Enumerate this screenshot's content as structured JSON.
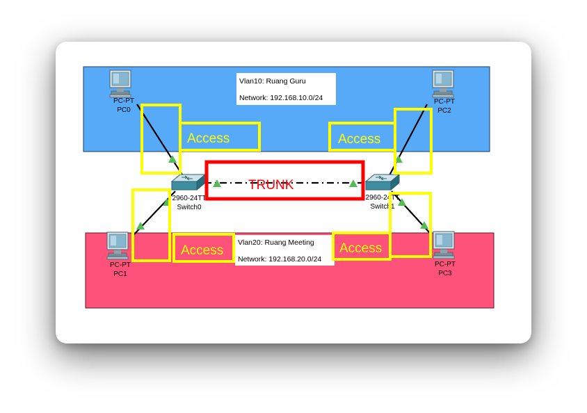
{
  "colors": {
    "vlan10_area": "#56aaf7",
    "vlan20_area": "#fe527a",
    "highlight_yellow": "#ffff00",
    "trunk_red": "#ff0000",
    "port_up": "#55bb55"
  },
  "vlan10": {
    "title": "Vlan10: Ruang Guru",
    "network": "Network: 192.168.10.0/24"
  },
  "vlan20": {
    "title": "Vlan20: Ruang Meeting",
    "network": "Network: 192.168.20.0/24"
  },
  "devices": {
    "pc0": {
      "model": "PC-PT",
      "name": "PC0",
      "icon": "pc-icon"
    },
    "pc1": {
      "model": "PC-PT",
      "name": "PC1",
      "icon": "pc-icon"
    },
    "pc2": {
      "model": "PC-PT",
      "name": "PC2",
      "icon": "pc-icon"
    },
    "pc3": {
      "model": "PC-PT",
      "name": "PC3",
      "icon": "pc-icon"
    },
    "switch0": {
      "model": "2960-24TT",
      "name": "Switch0",
      "icon": "switch-icon"
    },
    "switch1": {
      "model": "2960-24TT",
      "name": "Switch1",
      "icon": "switch-icon"
    }
  },
  "link_labels": {
    "access_pc0": "Access",
    "access_pc1": "Access",
    "access_pc2": "Access",
    "access_pc3": "Access",
    "trunk": "TRUNK"
  }
}
